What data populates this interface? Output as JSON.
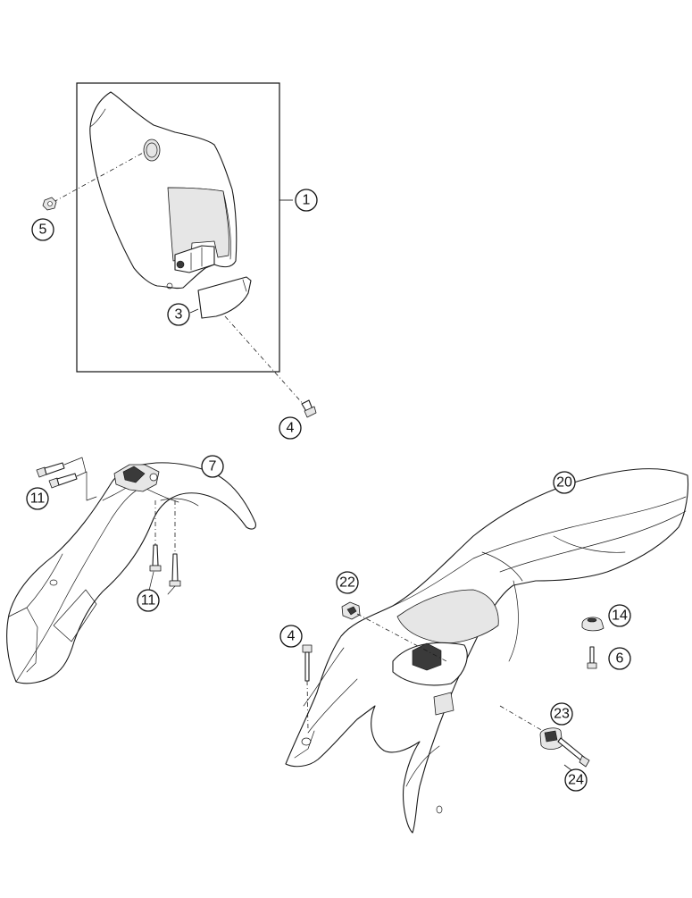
{
  "callouts": {
    "c1": "1",
    "c3": "3",
    "c4a": "4",
    "c4b": "4",
    "c5": "5",
    "c6": "6",
    "c7": "7",
    "c11a": "11",
    "c11b": "11",
    "c14": "14",
    "c20": "20",
    "c22": "22",
    "c23": "23",
    "c24": "24"
  }
}
